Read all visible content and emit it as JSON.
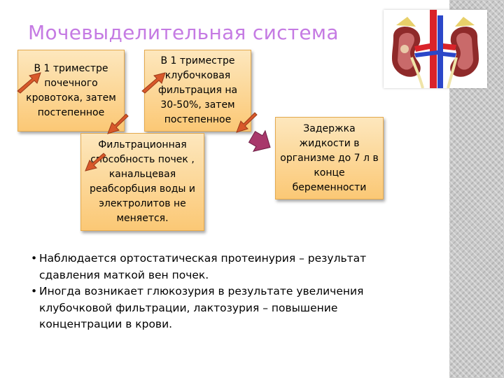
{
  "title": "Мочевыделительная система",
  "boxes": {
    "b1": "В 1 триместре почечного кровотока, затем постепенное",
    "b2": "В 1 триместре клубочковая фильтрация на 30-50%, затем постепенное",
    "b3": "Фильтрационная способность почек , канальцевая реабсорбция воды и электролитов не меняется.",
    "b4": "Задержка жидкости в организме до 7 л в конце беременности"
  },
  "bullets": [
    "Наблюдается ортостатическая протеинурия – результат сдавления маткой вен почек.",
    "Иногда возникает глюкозурия в результате увеличения клубочковой фильтрации, лактозурия – повышение концентрации в крови."
  ],
  "bullet_marker": "•",
  "image_icon": "kidneys-anatomy-icon",
  "colors": {
    "title": "#c57be3",
    "box_fill_top": "#fde7bd",
    "box_fill_bottom": "#fbc875",
    "up_arrow": "#d8582a",
    "down_arrow": "#d8582a",
    "pointer_arrow": "#a8386b"
  }
}
